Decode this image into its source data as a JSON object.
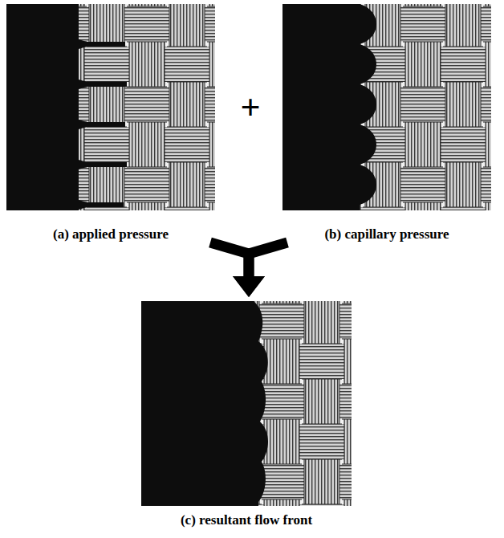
{
  "diagram": {
    "nodes": [
      {
        "text": [
          "(a) applied pressure"
        ]
      },
      {
        "text": [
          "(b) capillary pressure"
        ]
      },
      {
        "text": [
          "(c) resultant flow front"
        ]
      }
    ],
    "edges": [
      {
        "from": 0,
        "to": 2,
        "arrow": "to"
      },
      {
        "from": 1,
        "to": 2,
        "arrow": "to"
      }
    ],
    "labels": [
      "+"
    ]
  }
}
